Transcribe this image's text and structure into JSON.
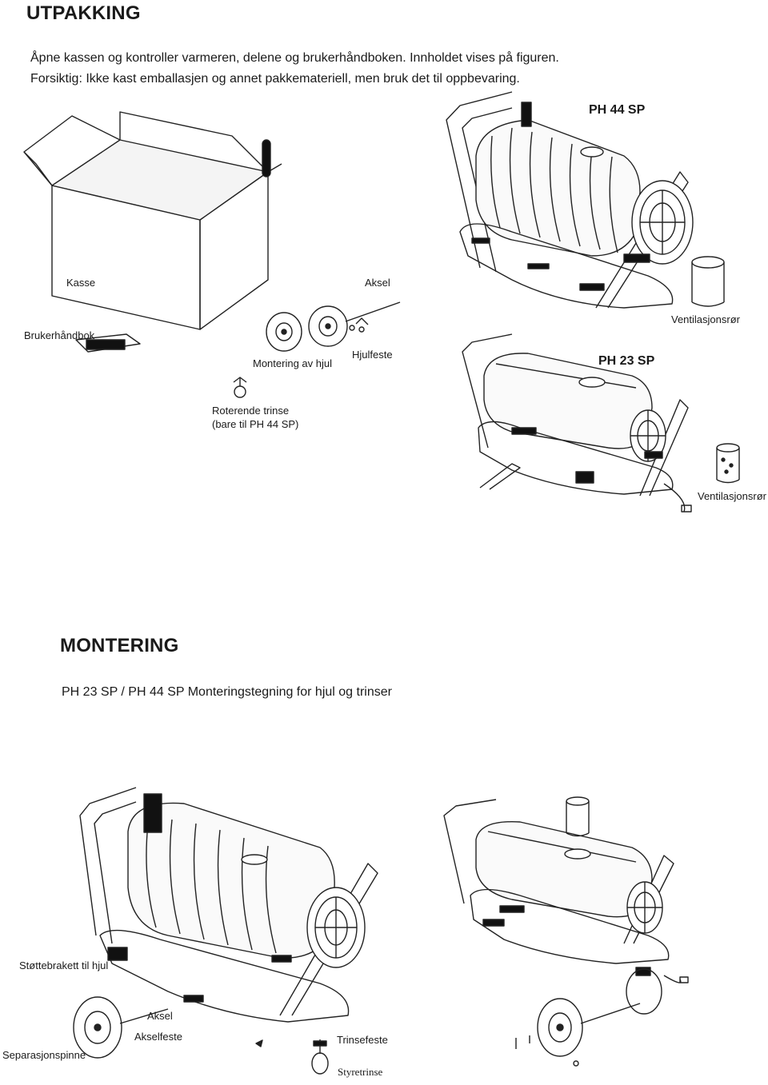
{
  "unpacking": {
    "title": "UTPAKKING",
    "line1": "Åpne kassen og kontroller varmeren, delene og brukerhåndboken. Innholdet vises på figuren.",
    "line2": "Forsiktig: Ikke kast emballasjen og annet pakkemateriell, men bruk det til oppbevaring."
  },
  "contents_labels": {
    "model_large": "PH 44 SP",
    "model_small": "PH 23 SP",
    "box": "Kasse",
    "axle": "Aksel",
    "manual": "Brukerhåndbok",
    "vent_pipe_large": "Ventilasjonsrør",
    "vent_pipe_small": "Ventilasjonsrør",
    "wheel_mounting": "Montering av hjul",
    "wheel_bracket": "Hjulfeste",
    "swivel_caster_line1": "Roterende trinse",
    "swivel_caster_line2": "(bare til PH 44 SP)"
  },
  "assembly": {
    "title": "MONTERING",
    "subtitle": "PH 23 SP / PH 44 SP Monteringstegning for hjul og trinser",
    "labels": {
      "wheel_support_bracket": "Støttebrakett til hjul",
      "axle": "Aksel",
      "axle_mount": "Akselfeste",
      "caster_mount": "Trinsefeste",
      "split_pin": "Separasjonspinne",
      "caster": "Styretrinse"
    }
  }
}
